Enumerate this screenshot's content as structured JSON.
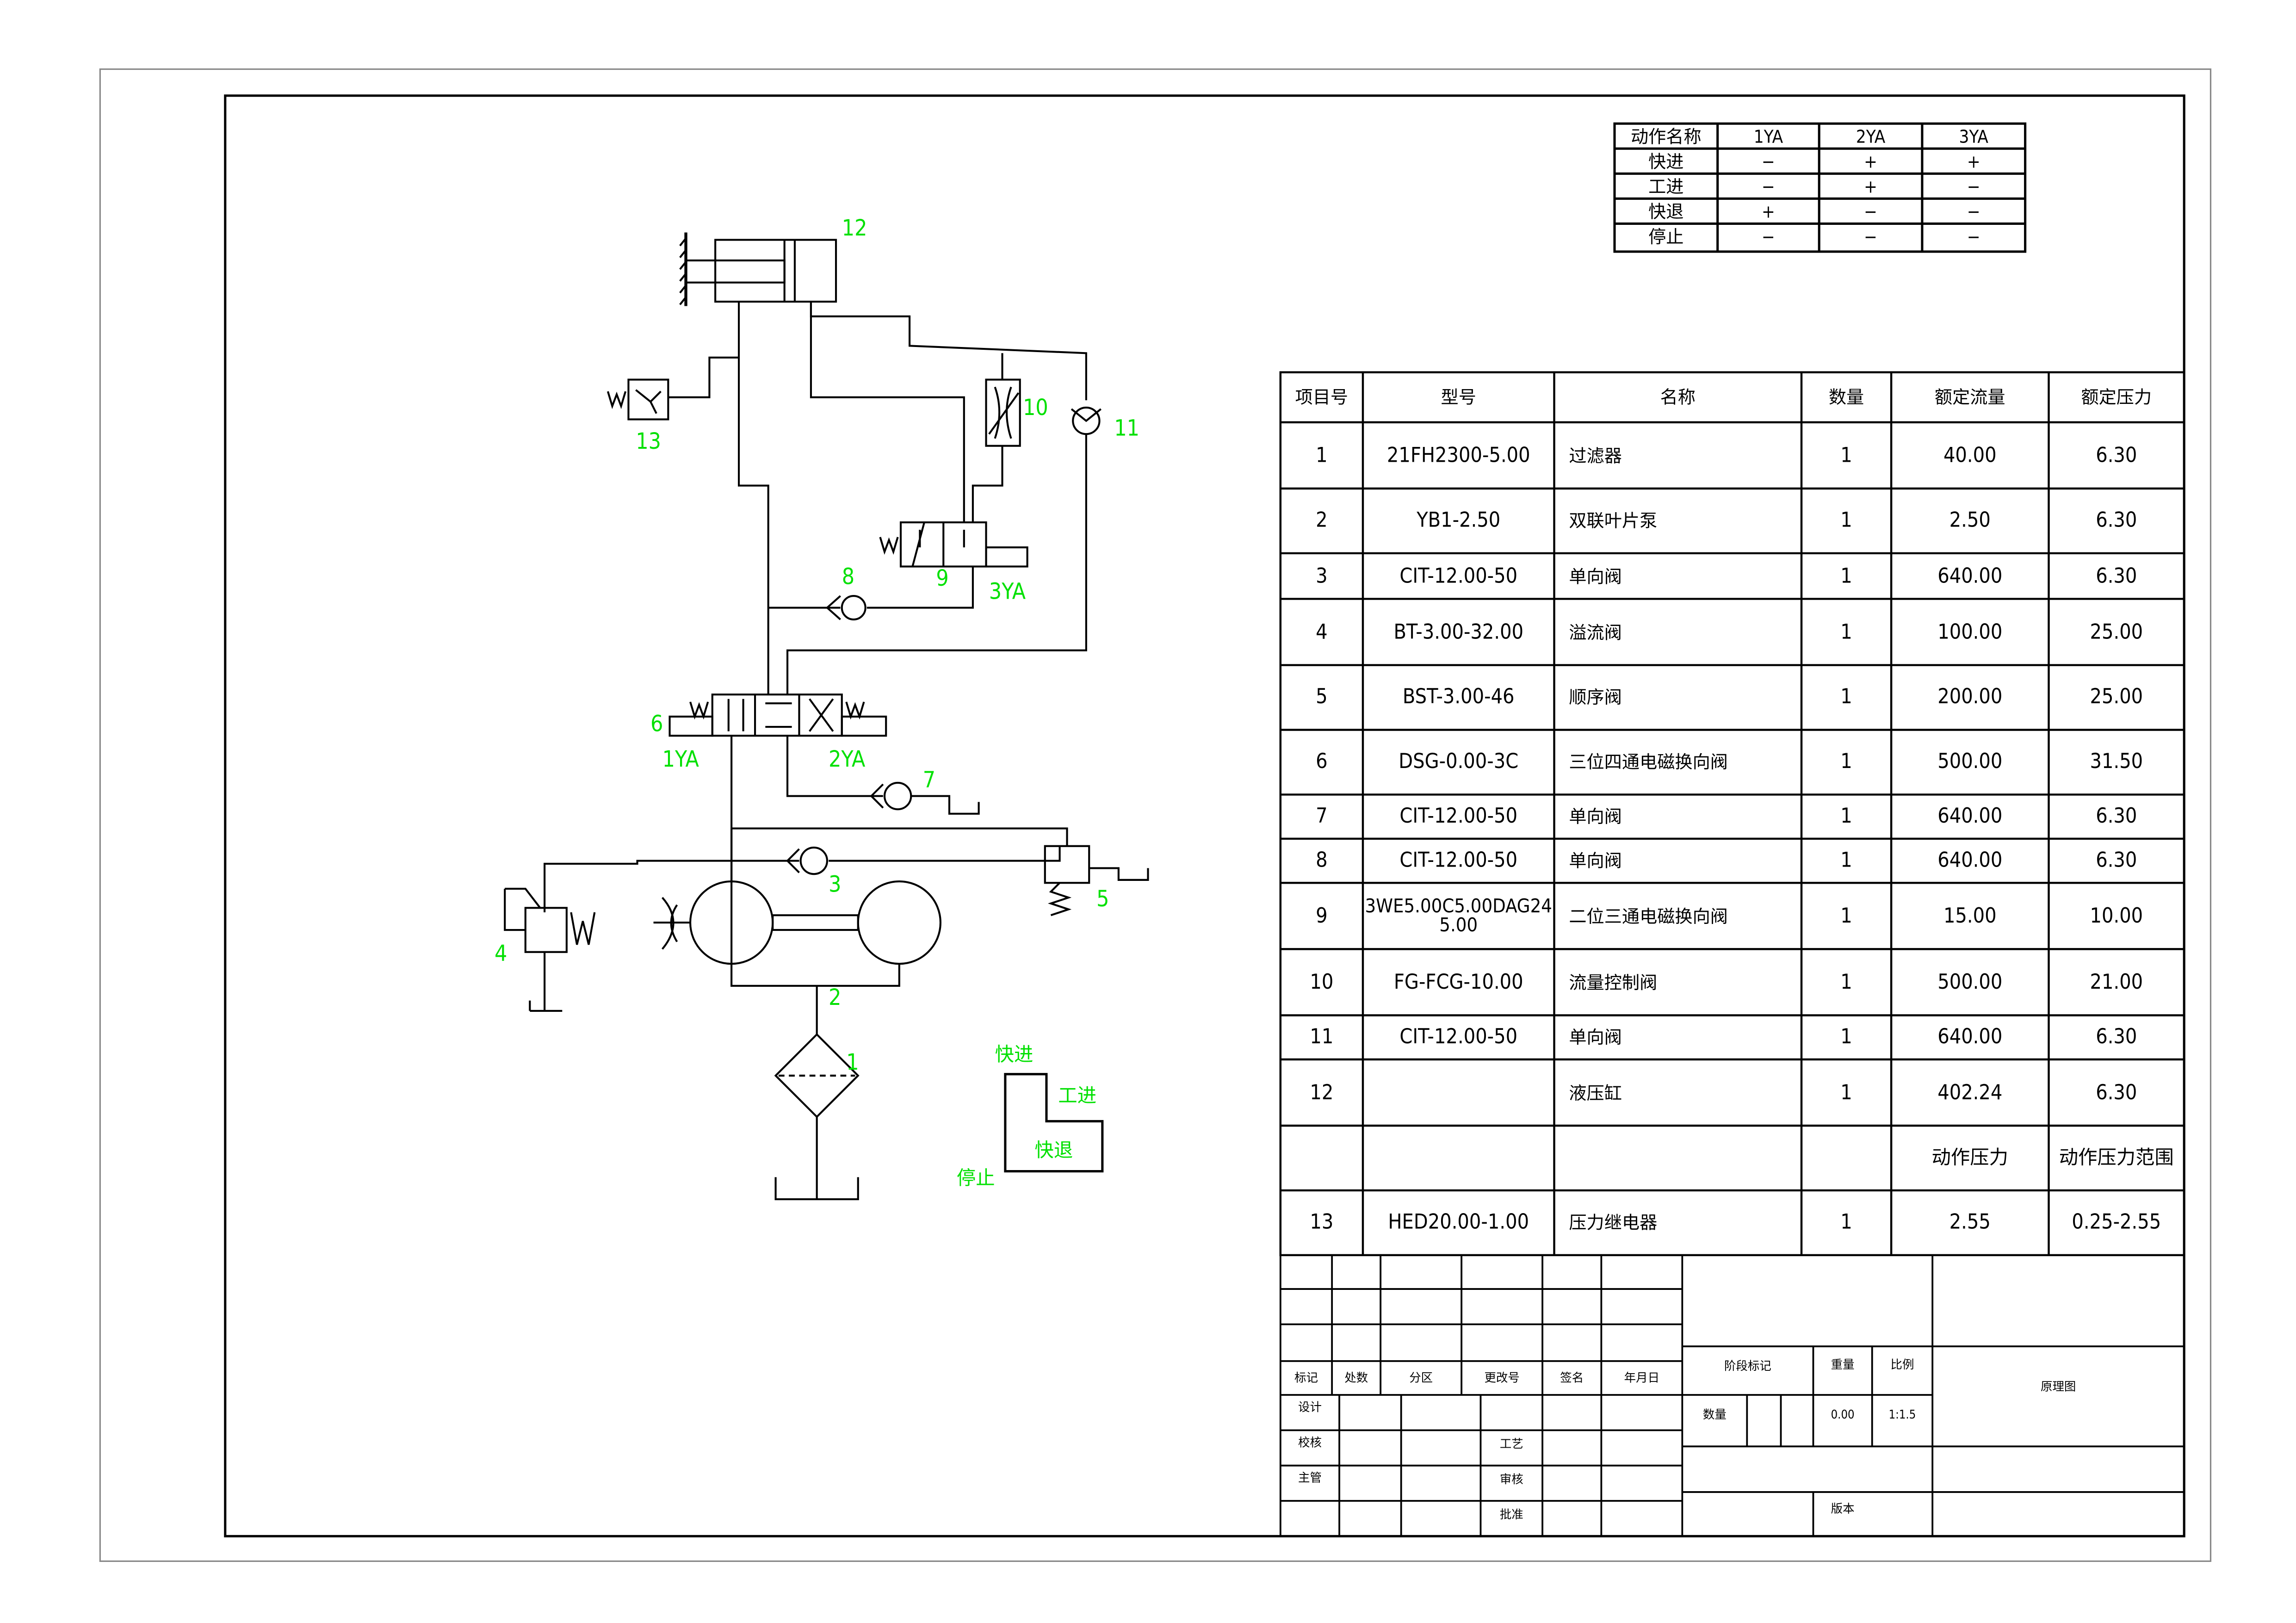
{
  "action_table": {
    "headers": [
      "动作名称",
      "1YA",
      "2YA",
      "3YA"
    ],
    "rows": [
      [
        "快进",
        "−",
        "+",
        "+"
      ],
      [
        "工进",
        "−",
        "+",
        "−"
      ],
      [
        "快退",
        "+",
        "−",
        "−"
      ],
      [
        "停止",
        "−",
        "−",
        "−"
      ]
    ]
  },
  "parts_table": {
    "headers": [
      "项目号",
      "型号",
      "名称",
      "数量",
      "额定流量",
      "额定压力"
    ],
    "rows": [
      [
        "1",
        "21FH2300-5.00",
        "过滤器",
        "1",
        "40.00",
        "6.30"
      ],
      [
        "2",
        "YB1-2.50",
        "双联叶片泵",
        "1",
        "2.50",
        "6.30"
      ],
      [
        "3",
        "CIT-12.00-50",
        "单向阀",
        "1",
        "640.00",
        "6.30"
      ],
      [
        "4",
        "BT-3.00-32.00",
        "溢流阀",
        "1",
        "100.00",
        "25.00"
      ],
      [
        "5",
        "BST-3.00-46",
        "顺序阀",
        "1",
        "200.00",
        "25.00"
      ],
      [
        "6",
        "DSG-0.00-3C",
        "三位四通电磁换向阀",
        "1",
        "500.00",
        "31.50"
      ],
      [
        "7",
        "CIT-12.00-50",
        "单向阀",
        "1",
        "640.00",
        "6.30"
      ],
      [
        "8",
        "CIT-12.00-50",
        "单向阀",
        "1",
        "640.00",
        "6.30"
      ],
      [
        "9",
        "3WE5.00C5.00DAG24 5.00",
        "二位三通电磁换向阀",
        "1",
        "15.00",
        "10.00"
      ],
      [
        "10",
        "FG-FCG-10.00",
        "流量控制阀",
        "1",
        "500.00",
        "21.00"
      ],
      [
        "11",
        "CIT-12.00-50",
        "单向阀",
        "1",
        "640.00",
        "6.30"
      ],
      [
        "12",
        "",
        "液压缸",
        "1",
        "402.24",
        "6.30"
      ],
      [
        "",
        "",
        "",
        "",
        "动作压力",
        "动作压力范围"
      ],
      [
        "13",
        "HED20.00-1.00",
        "压力继电器",
        "1",
        "2.55",
        "0.25-2.55"
      ]
    ]
  },
  "title_block": {
    "revision_headers": [
      "标记",
      "处数",
      "分区",
      "更改号",
      "签名",
      "年月日"
    ],
    "design": "设计",
    "check": "校核",
    "supervisor": "主管",
    "process": "工艺",
    "review": "审核",
    "approve": "批准",
    "stage_mark": "阶段标记",
    "weight": "重量",
    "scale": "比例",
    "quantity": "数量",
    "weight_value": "0.00",
    "scale_value": "1:1.5",
    "drawing_name": "原理图",
    "version": "版本"
  },
  "diagram": {
    "labels": [
      "1",
      "2",
      "3",
      "4",
      "5",
      "6",
      "7",
      "8",
      "9",
      "10",
      "11",
      "12",
      "13",
      "1YA",
      "2YA",
      "3YA"
    ],
    "spring_mark": "W",
    "cycle": [
      "快进",
      "工进",
      "快退",
      "停止"
    ]
  },
  "colors": {
    "line": "#000000",
    "label": "#00e000"
  }
}
